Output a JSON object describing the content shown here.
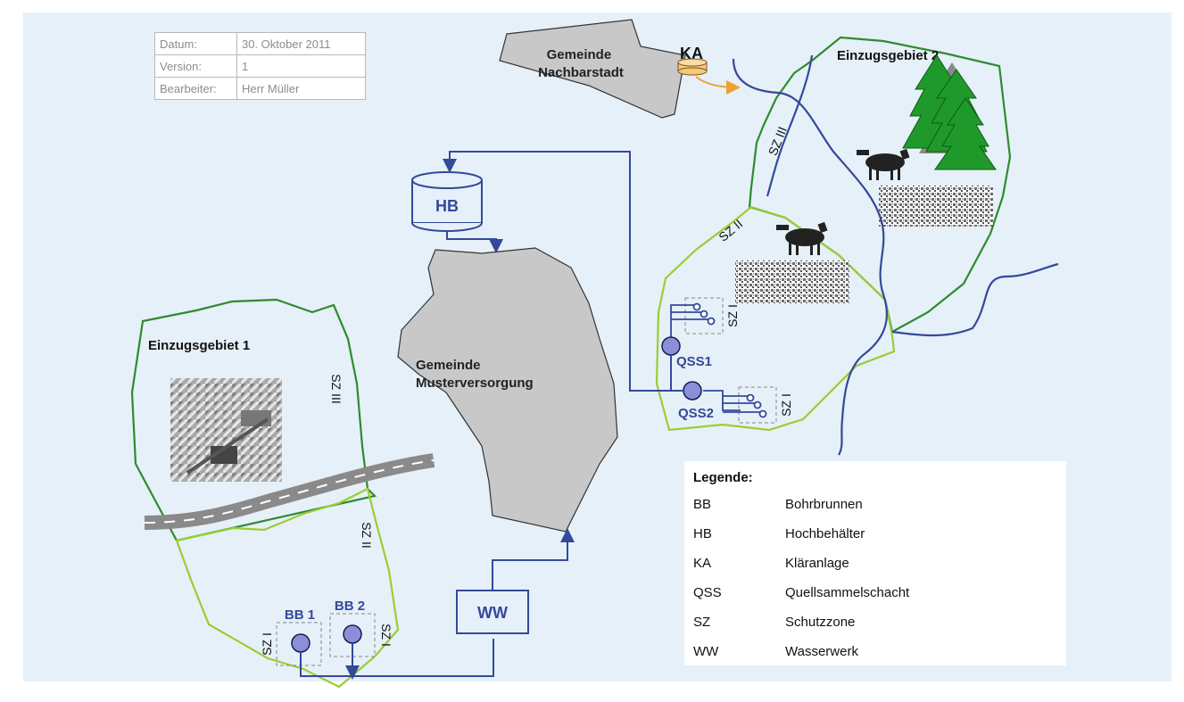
{
  "meta": {
    "rows": [
      {
        "key": "Datum:",
        "value": "30. Oktober 2011"
      },
      {
        "key": "Version:",
        "value": "1"
      },
      {
        "key": "Bearbeiter:",
        "value": "Herr Müller"
      }
    ]
  },
  "labels": {
    "gemeinde_nachbarstadt": [
      "Gemeinde",
      "Nachbarstadt"
    ],
    "ka": "KA",
    "einzugsgebiet_2": "Einzugsgebiet 2",
    "einzugsgebiet_1": "Einzugsgebiet 1",
    "hb": "HB",
    "gemeinde_musterversorgung": [
      "Gemeinde",
      "Musterversorgung"
    ],
    "ww": "WW",
    "bb1": "BB 1",
    "bb2": "BB 2",
    "qss1": "QSS1",
    "qss2": "QSS2",
    "sz1": "SZ I",
    "sz2": "SZ II",
    "sz3": "SZ III"
  },
  "legend": {
    "title": "Legende:",
    "entries": [
      {
        "abbr": "BB",
        "desc": "Bohrbrunnen"
      },
      {
        "abbr": "HB",
        "desc": "Hochbehälter"
      },
      {
        "abbr": "KA",
        "desc": "Kläranlage"
      },
      {
        "abbr": "QSS",
        "desc": "Quellsammelschacht"
      },
      {
        "abbr": "SZ",
        "desc": "Schutzzone"
      },
      {
        "abbr": "WW",
        "desc": "Wasserwerk"
      }
    ]
  },
  "colors": {
    "background": "#e6f0f8",
    "zone_outer": "#2e8b2e",
    "zone_inner": "#9acd32",
    "water_line": "#34499a",
    "town_fill": "#c8c8c8",
    "label_blue": "#34499a",
    "orange_arrow": "#f0a030",
    "tree": "#1f9a2a"
  }
}
